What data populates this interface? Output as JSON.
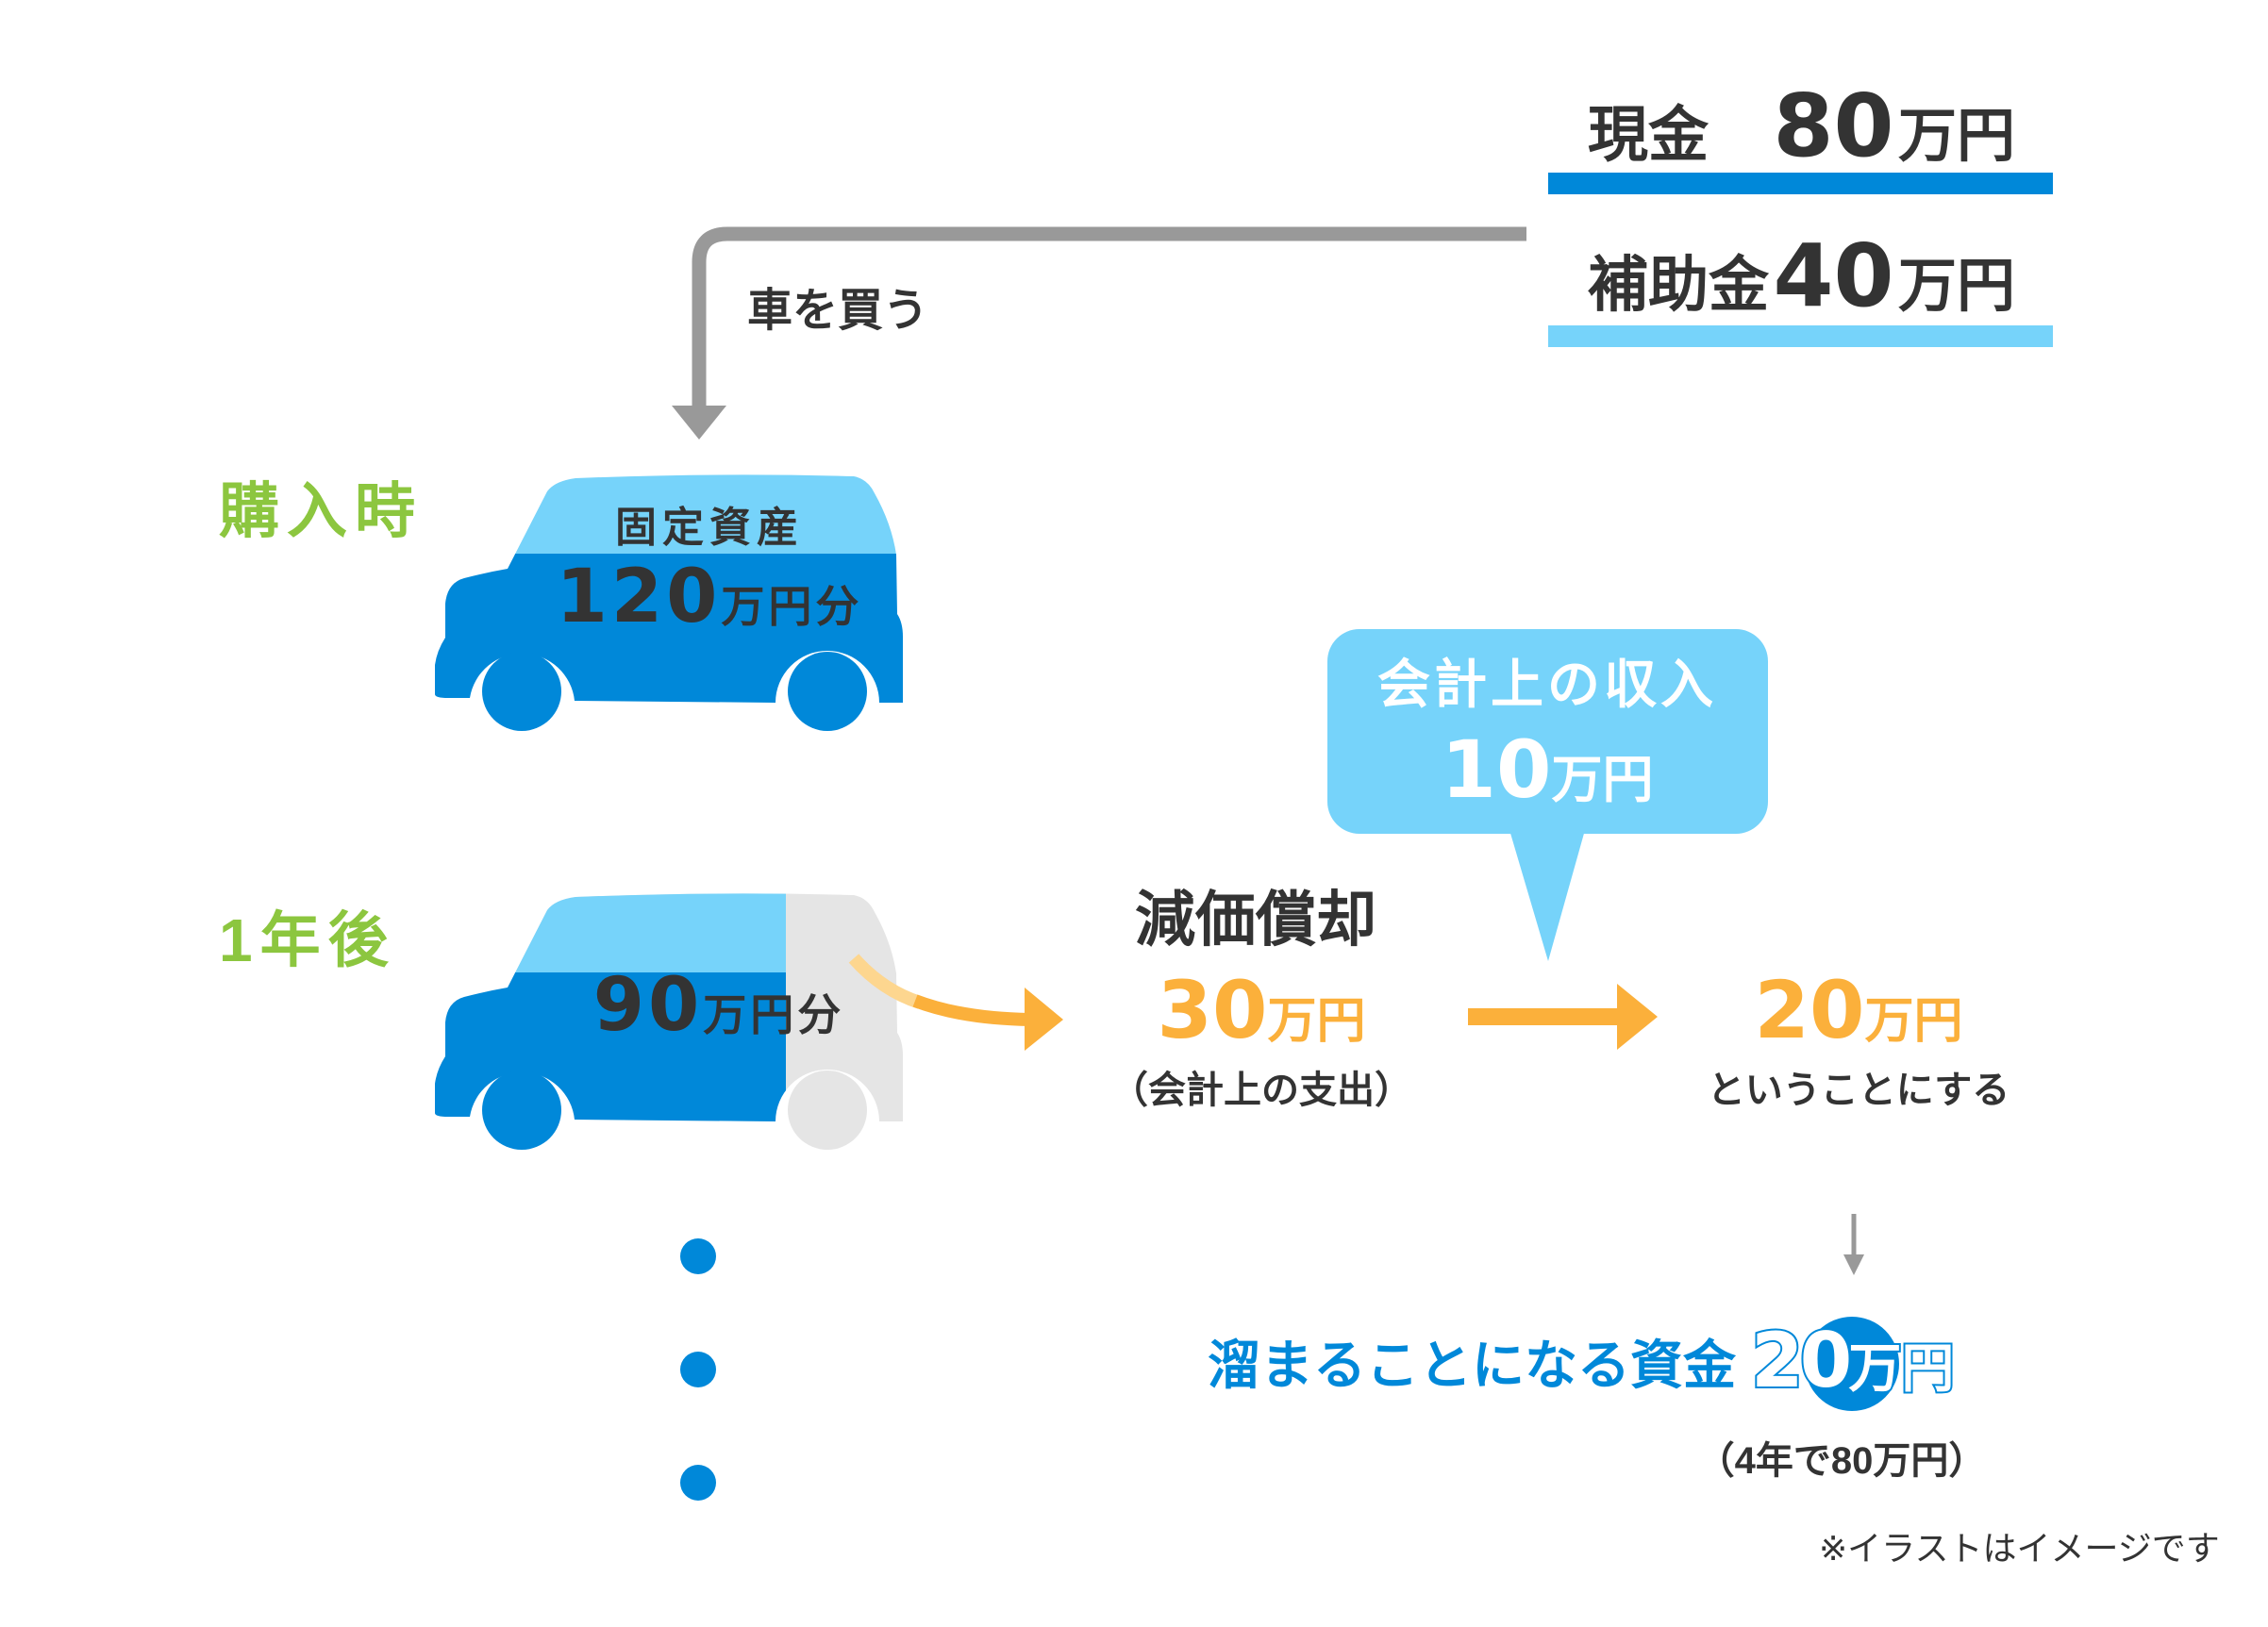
{
  "funding": {
    "cash_label": "現金",
    "cash_amount": "80",
    "cash_unit": "万円",
    "subsidy_label": "補助金",
    "subsidy_amount": "40",
    "subsidy_unit": "万円"
  },
  "purchase_label": "車を買う",
  "stages": {
    "at_purchase": "購入時",
    "after_one_year": "1年後"
  },
  "car_purchase": {
    "title": "固定資産",
    "amount": "120",
    "unit": "万円分"
  },
  "car_year1": {
    "amount": "90",
    "unit": "万円分",
    "remaining_fraction": 0.75
  },
  "depreciation": {
    "title": "減価償却",
    "amount": "30",
    "unit": "万円",
    "note": "（会計上の支出）"
  },
  "income_bubble": {
    "title": "会計上の収入",
    "amount": "10",
    "unit": "万円"
  },
  "net": {
    "amount": "20",
    "unit": "万円",
    "note": "ということにする"
  },
  "savings": {
    "label": "溜まることになる資金",
    "amount": "20",
    "unit": "万円",
    "note": "（4年で80万円）"
  },
  "disclaimer": "※イラストはイメージです",
  "colors": {
    "dark_blue": "#0088d9",
    "light_blue": "#76d3fa",
    "green": "#8cc63f",
    "orange": "#fbb03b",
    "gray_arrow": "#999999",
    "depreciated_gray": "#e5e5e5",
    "text": "#333333"
  }
}
